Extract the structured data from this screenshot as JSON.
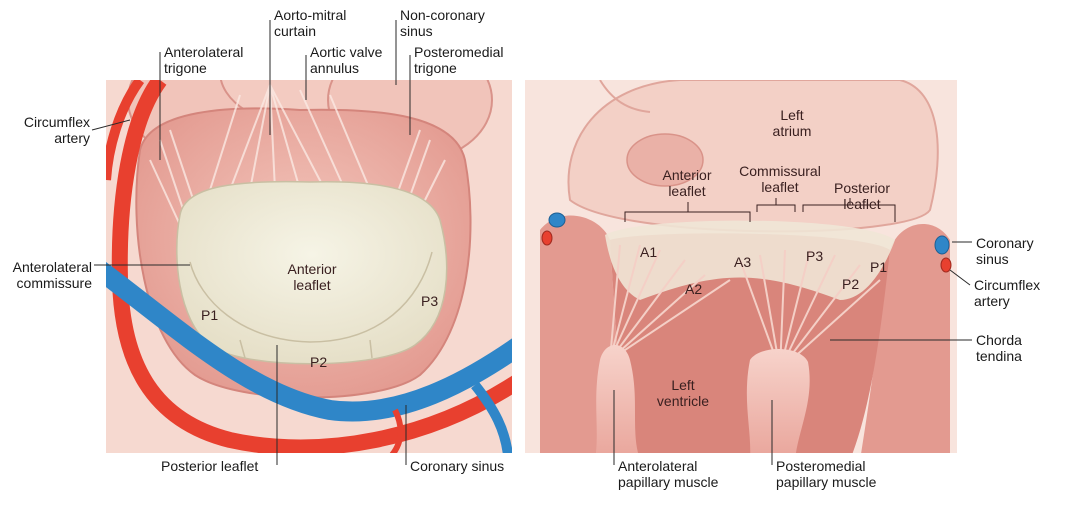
{
  "left_panel": {
    "labels": {
      "aorto_mitral_curtain": [
        "Aorto-mitral",
        "curtain"
      ],
      "non_coronary_sinus": [
        "Non-coronary",
        "sinus"
      ],
      "anterolateral_trigone": [
        "Anterolateral",
        "trigone"
      ],
      "aortic_valve_annulus": [
        "Aortic valve",
        "annulus"
      ],
      "posteromedial_trigone": [
        "Posteromedial",
        "trigone"
      ],
      "circumflex_artery": [
        "Circumflex",
        "artery"
      ],
      "anterolateral_commissure": [
        "Anterolateral",
        "commissure"
      ],
      "anterior_leaflet": [
        "Anterior",
        "leaflet"
      ],
      "p1": "P1",
      "p2": "P2",
      "p3": "P3",
      "posterior_leaflet": "Posterior leaflet",
      "coronary_sinus": "Coronary sinus"
    }
  },
  "right_panel": {
    "labels": {
      "left_atrium": [
        "Left",
        "atrium"
      ],
      "anterior_leaflet": [
        "Anterior",
        "leaflet"
      ],
      "commissural_leaflet": [
        "Commissural",
        "leaflet"
      ],
      "posterior_leaflet": [
        "Posterior",
        "leaflet"
      ],
      "a1": "A1",
      "a2": "A2",
      "a3": "A3",
      "p1": "P1",
      "p2": "P2",
      "p3": "P3",
      "left_ventricle": [
        "Left",
        "ventricle"
      ],
      "coronary_sinus": [
        "Coronary",
        "sinus"
      ],
      "circumflex_artery": [
        "Circumflex",
        "artery"
      ],
      "chorda_tendina": [
        "Chorda",
        "tendina"
      ],
      "anterolateral_papillary_muscle": [
        "Anterolateral",
        "papillary muscle"
      ],
      "posteromedial_papillary_muscle": [
        "Posteromedial",
        "papillary muscle"
      ]
    }
  },
  "colors": {
    "tissue_light": "#f6d9d0",
    "tissue_mid": "#eaaaa0",
    "tissue_dark": "#d67b72",
    "muscle_dark": "#c14a4a",
    "leaflet": "#f1efdf",
    "artery_red": "#e8402f",
    "vein_blue": "#2f86c8"
  }
}
